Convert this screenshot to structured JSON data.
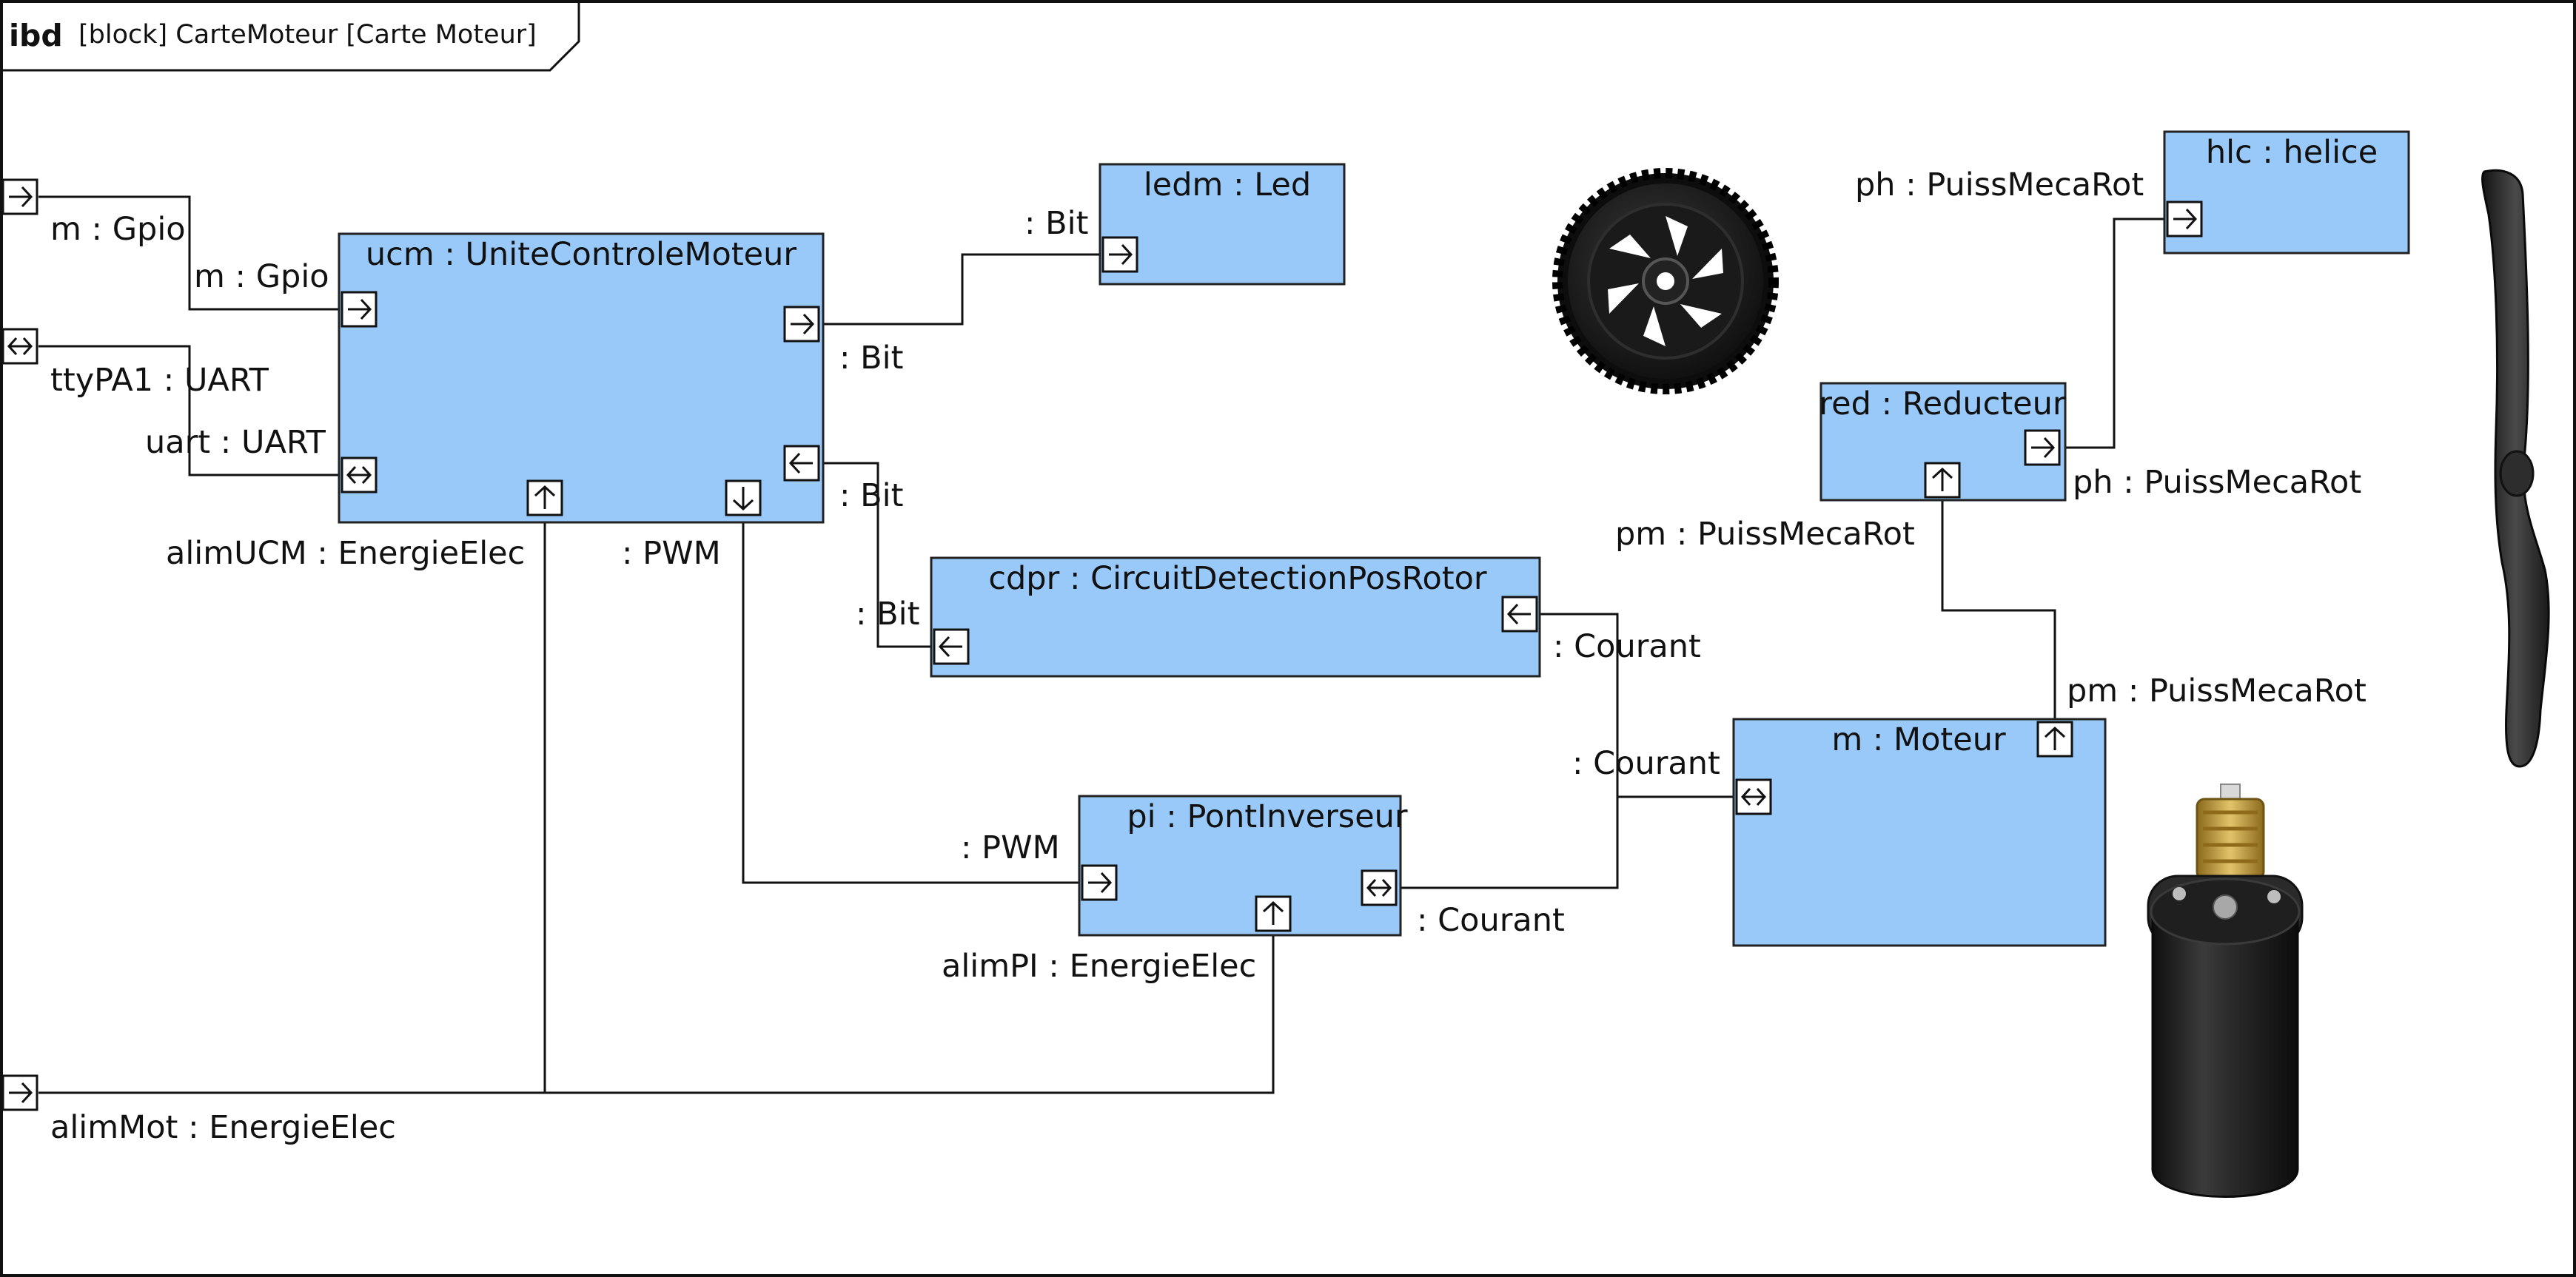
{
  "frame": {
    "keyword": "ibd",
    "title": "[block] CarteMoteur [Carte Moteur]"
  },
  "colors": {
    "part_fill": "#99c9f8",
    "stroke": "#111111",
    "background": "#ffffff"
  },
  "parts": {
    "ucm": {
      "label": "ucm : UniteControleMoteur"
    },
    "ledm": {
      "label": "ledm : Led"
    },
    "cdpr": {
      "label": "cdpr : CircuitDetectionPosRotor"
    },
    "pi": {
      "label": "pi : PontInverseur"
    },
    "m": {
      "label": "m : Moteur"
    },
    "red": {
      "label": "red : Reducteur"
    },
    "hlc": {
      "label": "hlc : helice"
    }
  },
  "port_labels": {
    "frame_m": "m : Gpio",
    "ucm_m": "m : Gpio",
    "frame_tty": "ttyPA1 : UART",
    "ucm_uart": "uart : UART",
    "ucm_alim": "alimUCM : EnergieElec",
    "ucm_pwm": ": PWM",
    "ucm_bit_out": ": Bit",
    "ucm_bit_in": ": Bit",
    "ledm_bit": ": Bit",
    "cdpr_bit": ": Bit",
    "cdpr_courant": ": Courant",
    "moteur_courant": ": Courant",
    "pi_pwm": ": PWM",
    "pi_courant": ": Courant",
    "pi_alim": "alimPI : EnergieElec",
    "frame_alim": "alimMot : EnergieElec",
    "red_pm": "pm : PuissMecaRot",
    "red_ph": "ph : PuissMecaRot",
    "moteur_pm": "pm : PuissMecaRot",
    "hlc_ph": "ph : PuissMecaRot"
  },
  "images": [
    "gear-image",
    "propeller-image",
    "motor-image"
  ]
}
